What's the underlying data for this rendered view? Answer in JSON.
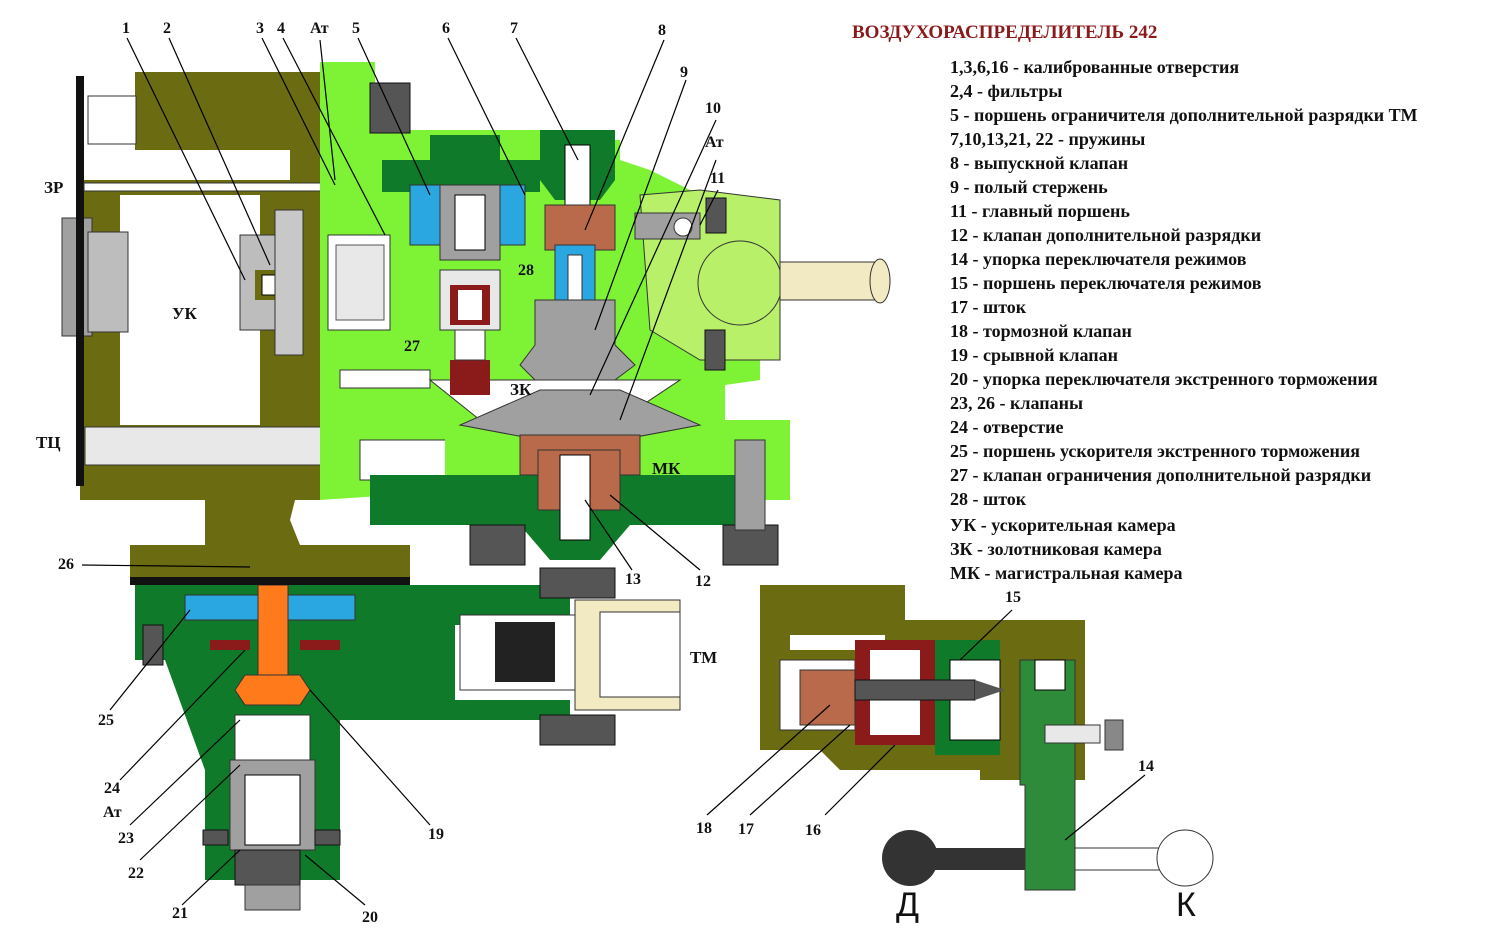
{
  "title": "ВОЗДУХОРАСПРЕДЕЛИТЕЛЬ 242",
  "legend": [
    "1,3,6,16 - калиброванные отверстия",
    "2,4 - фильтры",
    "5 - поршень ограничителя дополнительной разрядки ТМ",
    "7,10,13,21, 22 - пружины",
    "8 - выпускной клапан",
    "9 - полый стержень",
    "11 - главный поршень",
    "12 - клапан дополнительной разрядки",
    "14 - упорка переключателя режимов",
    "15 - поршень переключателя режимов",
    "17 - шток",
    "18 - тормозной клапан",
    "19 - срывной клапан",
    "20 - упорка переключателя экстренного торможения",
    "23, 26 - клапаны",
    "24 - отверстие",
    "25 - поршень ускорителя экстренного торможения",
    "27 - клапан ограничения дополнительной разрядки",
    "28 - шток",
    "УК - ускорительная камера",
    "ЗК - золотниковая камера",
    "МК - магистральная камера"
  ],
  "top_numbers": [
    "1",
    "2",
    "3",
    "4",
    "Ат",
    "5",
    "6",
    "7",
    "8",
    "9",
    "10",
    "Ат",
    "11"
  ],
  "chamber_labels": {
    "zr": "ЗР",
    "tc": "ТЦ",
    "uk": "УК",
    "zk": "ЗК",
    "mk": "МК",
    "tm": "ТМ",
    "n28": "28",
    "n27": "27"
  },
  "bottom_numbers": {
    "n26": "26",
    "n25": "25",
    "n24": "24",
    "at": "Ат",
    "n23": "23",
    "n22": "22",
    "n21": "21",
    "n20": "20",
    "n19": "19",
    "n13": "13",
    "n12": "12",
    "n15": "15",
    "n14": "14",
    "n18": "18",
    "n17": "17",
    "n16": "16"
  },
  "mode_labels": {
    "d": "Д",
    "k": "К"
  },
  "colors": {
    "olive": "#6b6b12",
    "lime": "#7ef234",
    "dark_green": "#0f7a2a",
    "light_green": "#b8f06a",
    "gray": "#a0a0a0",
    "cyan": "#2aa7e0",
    "orange": "#ff7a1a",
    "maroon": "#8b1a1a",
    "brown": "#b86a4a",
    "title": "#8b1a1a"
  }
}
